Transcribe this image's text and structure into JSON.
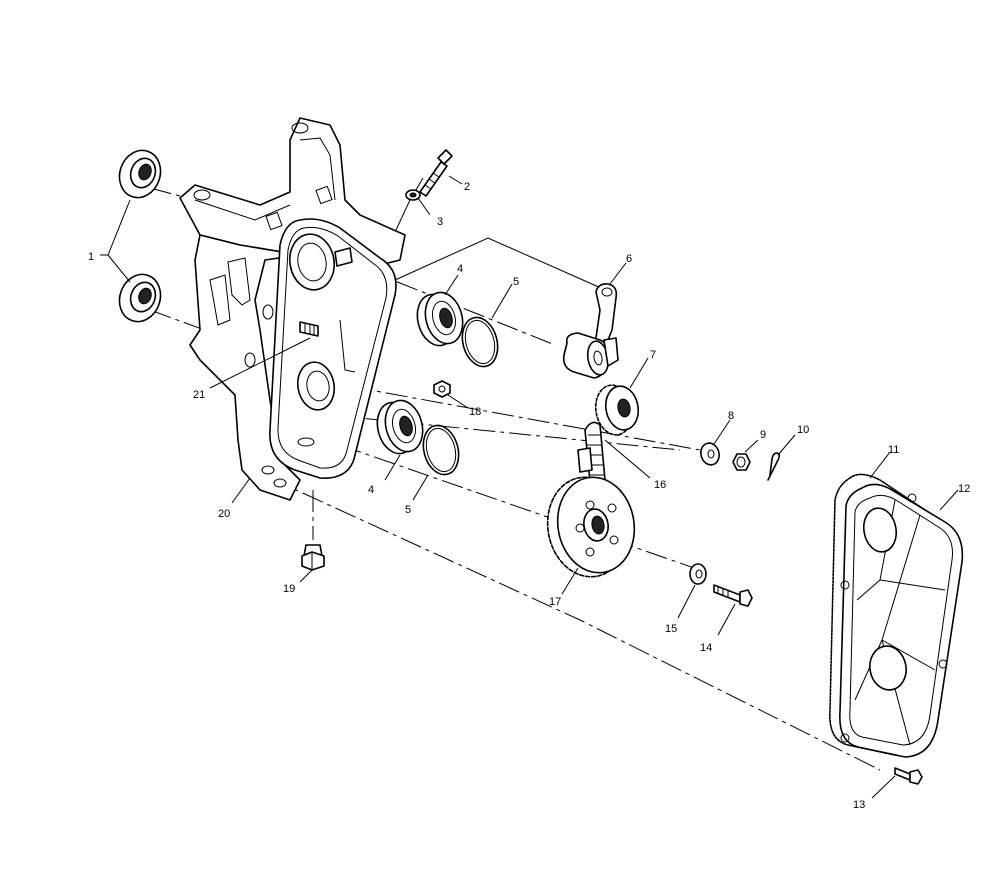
{
  "callouts": {
    "c1": "1",
    "c2": "2",
    "c3": "3",
    "c4a": "4",
    "c4b": "4",
    "c5a": "5",
    "c5b": "5",
    "c6": "6",
    "c7": "7",
    "c8": "8",
    "c9": "9",
    "c10": "10",
    "c11": "11",
    "c12": "12",
    "c13": "13",
    "c14": "14",
    "c15": "15",
    "c16": "16",
    "c17": "17",
    "c18": "18",
    "c19": "19",
    "c20": "20",
    "c21": "21"
  }
}
